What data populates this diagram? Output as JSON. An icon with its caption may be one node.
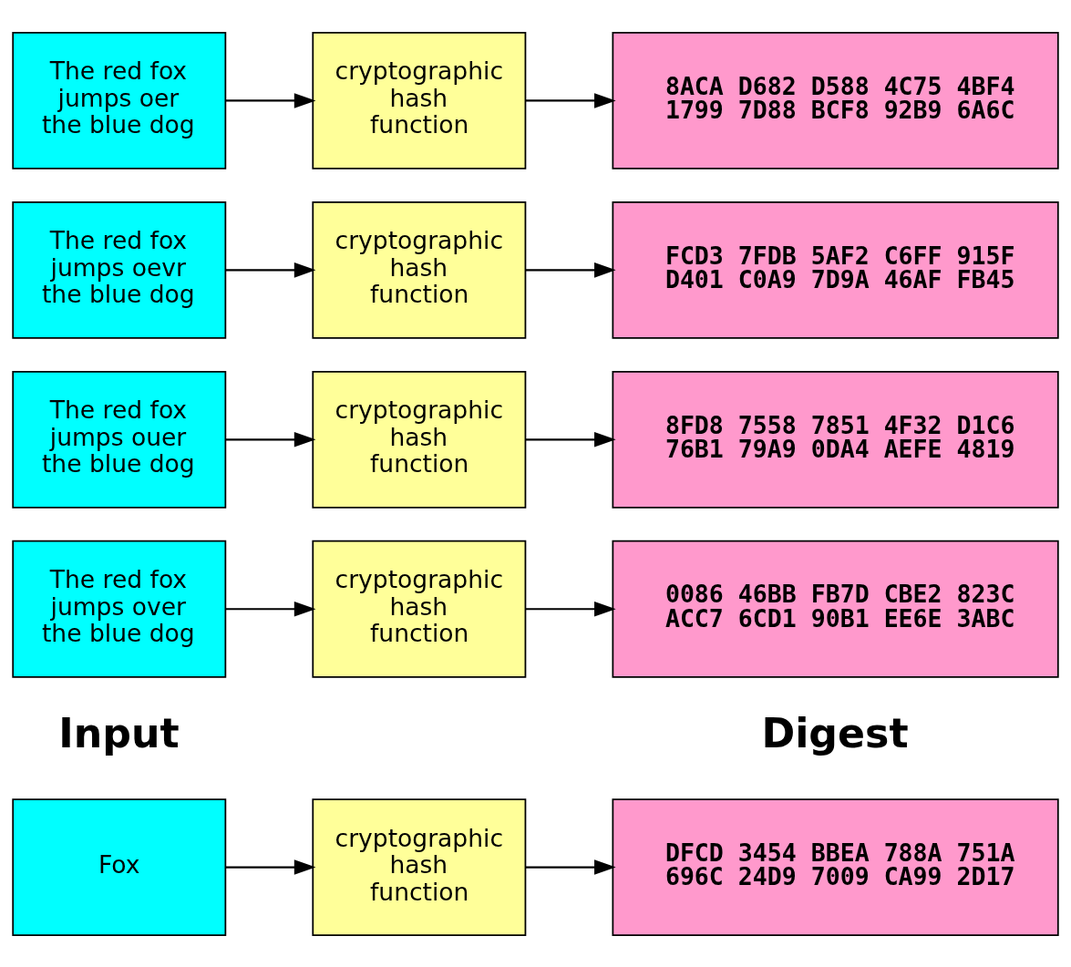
{
  "diagram": {
    "nodes": [
      {
        "text": [
          "Fox"
        ]
      },
      {
        "text": [
          "cryptographic hash function"
        ]
      },
      {
        "text": [
          "DFCD 3454 BBEA 788A 751A 696C 24D9 7009 CA99 2D17"
        ]
      },
      {
        "text": [
          "The red fox jumps over the blue dog"
        ]
      },
      {
        "text": [
          "cryptographic hash function"
        ]
      },
      {
        "text": [
          "0086 46BB FB7D CBE2 823C ACC7 6CD1 90B1 EE6E 3ABC"
        ]
      },
      {
        "text": [
          "The red fox jumps ouer the blue dog"
        ]
      },
      {
        "text": [
          "cryptographic hash function"
        ]
      },
      {
        "text": [
          "8FD8 7558 7851 4F32 D1C6 76B1 79A9 0DA4 AEFE 4819"
        ]
      },
      {
        "text": [
          "The red fox jumps oevr the blue dog"
        ]
      },
      {
        "text": [
          "cryptographic hash function"
        ]
      },
      {
        "text": [
          "FCD3 7FDB 5AF2 C6FF 915F D401 C0A9 7D9A 46AF FB45"
        ]
      },
      {
        "text": [
          "The red fox jumps oer the blue dog"
        ]
      },
      {
        "text": [
          "cryptographic hash function"
        ]
      },
      {
        "text": [
          "8ACA D682 D588 4C75 4BF4 1799 7D88 BCF8 92B9 6A6C"
        ]
      }
    ],
    "edges": [
      {
        "from": 0,
        "to": 1,
        "arrow": "to"
      },
      {
        "from": 1,
        "to": 2,
        "arrow": "to"
      },
      {
        "from": 3,
        "to": 4,
        "arrow": "to"
      },
      {
        "from": 4,
        "to": 5,
        "arrow": "to"
      },
      {
        "from": 6,
        "to": 7,
        "arrow": "to"
      },
      {
        "from": 7,
        "to": 8,
        "arrow": "to"
      },
      {
        "from": 9,
        "to": 10,
        "arrow": "to"
      },
      {
        "from": 10,
        "to": 11,
        "arrow": "to"
      },
      {
        "from": 12,
        "to": 13,
        "arrow": "to"
      },
      {
        "from": 13,
        "to": 14,
        "arrow": "to"
      }
    ],
    "labels": [
      "Input",
      "Digest"
    ]
  }
}
